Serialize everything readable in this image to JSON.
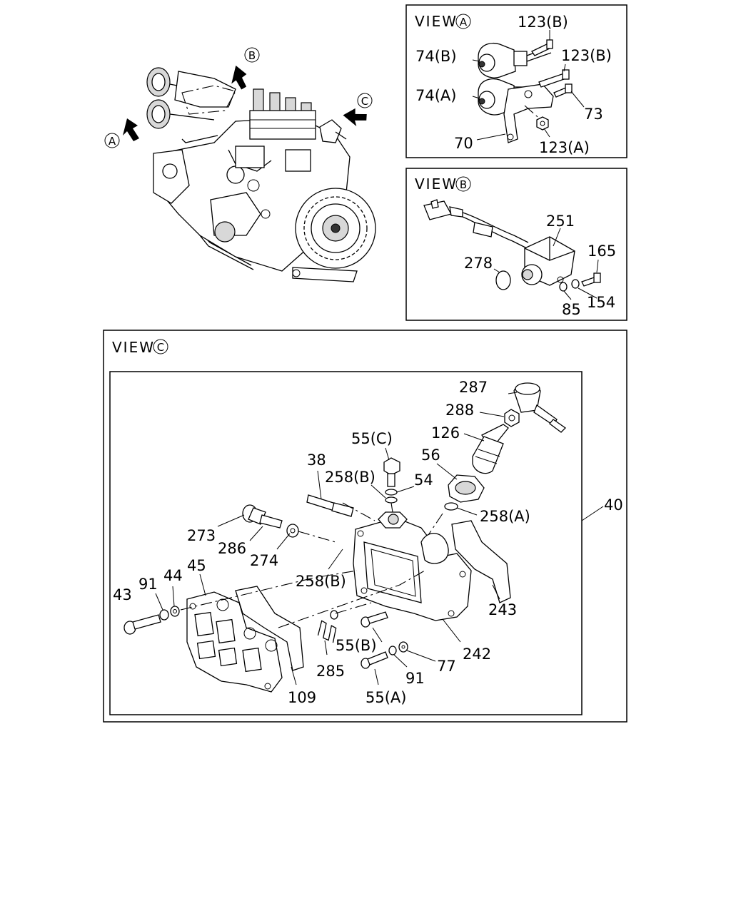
{
  "views": {
    "a": {
      "title": "VIEW",
      "letter": "A"
    },
    "b": {
      "title": "VIEW",
      "letter": "B"
    },
    "c": {
      "title": "VIEW",
      "letter": "C"
    }
  },
  "engine": {
    "arrow_letters": {
      "a": "A",
      "b": "B",
      "c": "C"
    }
  },
  "callouts": {
    "p123b_top": "123(B)",
    "p74b": "74(B)",
    "p123b_mid": "123(B)",
    "p74a": "74(A)",
    "p73": "73",
    "p70": "70",
    "p123a": "123(A)",
    "p251": "251",
    "p165": "165",
    "p278": "278",
    "p154": "154",
    "p85": "85",
    "p287": "287",
    "p288": "288",
    "p126": "126",
    "p55c": "55(C)",
    "p56": "56",
    "p38": "38",
    "p258b_top": "258(B)",
    "p54": "54",
    "p258a": "258(A)",
    "p40": "40",
    "p273": "273",
    "p286": "286",
    "p274": "274",
    "p45": "45",
    "p91_left": "91",
    "p44": "44",
    "p43": "43",
    "p258b_mid": "258(B)",
    "p243": "243",
    "p55b": "55(B)",
    "p242": "242",
    "p285": "285",
    "p77": "77",
    "p91_right": "91",
    "p109": "109",
    "p55a": "55(A)"
  }
}
